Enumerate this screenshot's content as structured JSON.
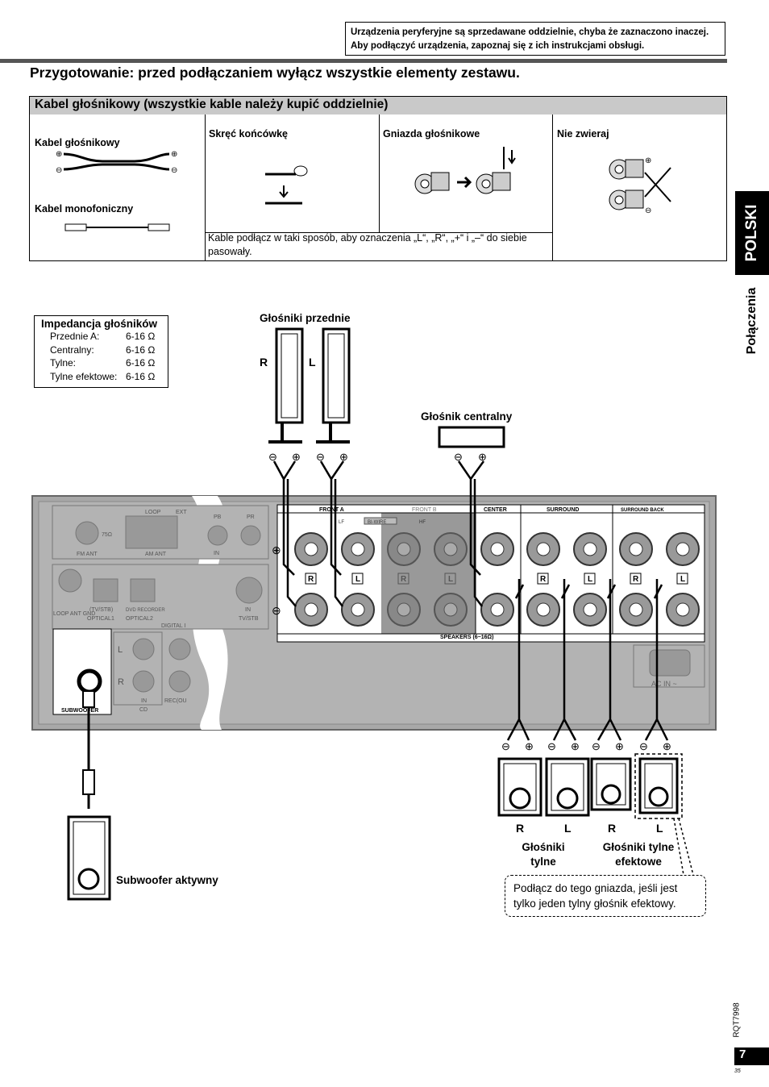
{
  "top_note": {
    "line1": "Urządzenia peryferyjne są sprzedawane oddzielnie, chyba że zaznaczono inaczej.",
    "line2": "Aby podłączyć urządzenia, zapoznaj się z ich instrukcjami obsługi."
  },
  "heading": "Przygotowanie: przed podłączaniem wyłącz wszystkie elementy zestawu.",
  "cable_table": {
    "title": "Kabel głośnikowy (wszystkie kable należy kupić oddzielnie)",
    "speaker_cable": "Kabel głośnikowy",
    "mono_cable": "Kabel monofoniczny",
    "twist": "Skręć końcówkę",
    "terminals": "Gniazda głośnikowe",
    "no_short": "Nie zwieraj",
    "note": "Kable podłącz w taki sposób, aby oznaczenia „L“, „R“, „+“ i „–“ do siebie pasowały."
  },
  "side": {
    "tab": "POLSKI",
    "section": "Połączenia"
  },
  "impedance": {
    "title": "Impedancja głośników",
    "rows": [
      {
        "label": "Przednie A:",
        "value": "6-16 Ω"
      },
      {
        "label": "Centralny:",
        "value": "6-16 Ω"
      },
      {
        "label": "Tylne:",
        "value": "6-16 Ω"
      },
      {
        "label": "Tylne efektowe:",
        "value": "6-16 Ω"
      }
    ]
  },
  "labels": {
    "front_speakers": "Głośniki przednie",
    "center_speaker": "Głośnik centralny",
    "subwoofer": "Subwoofer aktywny",
    "rear_speakers": "Głośniki tylne",
    "surround_back": "Głośniki tylne efektowe",
    "R": "R",
    "L": "L",
    "callout": "Podłącz do tego gniazda, jeśli jest tylko jeden tylny głośnik efektowy."
  },
  "panel": {
    "fm_ant": "FM ANT",
    "am_ant": "AM ANT",
    "loop": "LOOP",
    "ext": "EXT",
    "ohm75": "75Ω",
    "loop_ant_gnd": "LOOP ANT GND",
    "tv_stb": "(TV/STB)",
    "dvd_recorder": "DVD RECORDER",
    "optical1": "OPTICAL1",
    "optical2": "OPTICAL2",
    "digital": "DIGITAL I",
    "in": "IN",
    "tv_stb2": "TV/STB",
    "pb": "PB",
    "pr": "PR",
    "subwoofer": "SUBWOOFER",
    "cd": "CD",
    "rec": "REC(OU",
    "front_a": "FRONT A",
    "front_b": "FRONT B",
    "center": "CENTER",
    "surround": "SURROUND",
    "surround_back": "SURROUND BACK",
    "bi_wire": "BI-WIRE",
    "lf": "LF",
    "hf": "HF",
    "speakers": "SPEAKERS  (6~16Ω)",
    "ac_in": "AC IN ~"
  },
  "footer": {
    "doc_code": "RQT7998",
    "page": "7",
    "sub": "35"
  }
}
